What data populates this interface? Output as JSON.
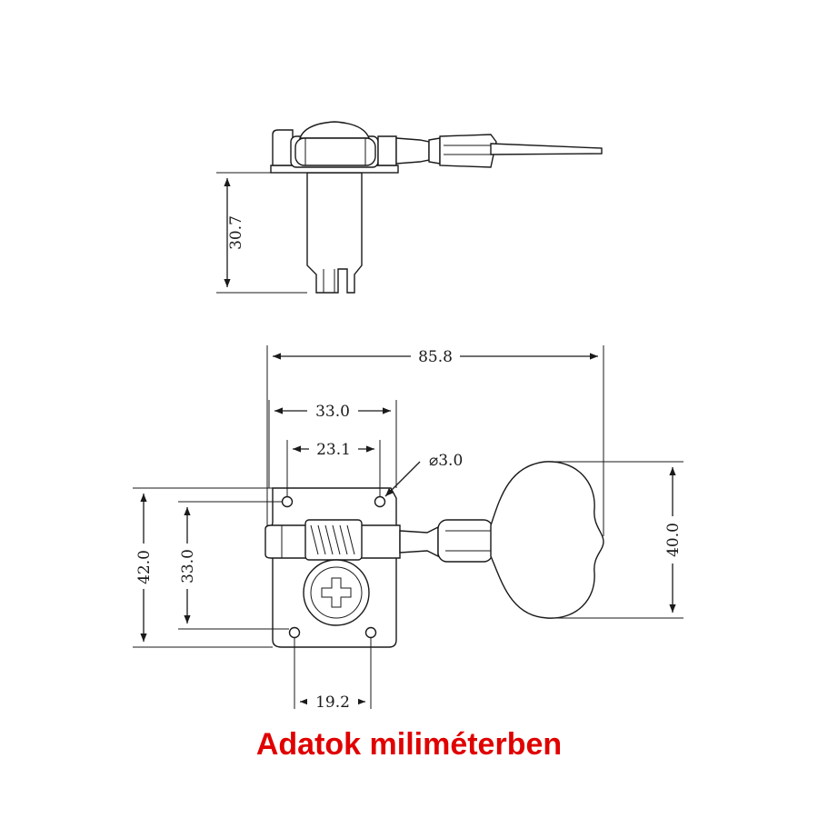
{
  "dimensions": {
    "side_height": "30.7",
    "overall_length": "85.8",
    "plate_length": "33.0",
    "hole_spacing_top": "23.1",
    "hole_diameter": "⌀3.0",
    "plate_height": "42.0",
    "hole_spacing_vertical": "33.0",
    "button_height": "40.0",
    "hole_spacing_bottom": "19.2"
  },
  "caption": "Adatok miliméterben",
  "colors": {
    "caption": "#e00000",
    "line": "#1a1a1a"
  }
}
